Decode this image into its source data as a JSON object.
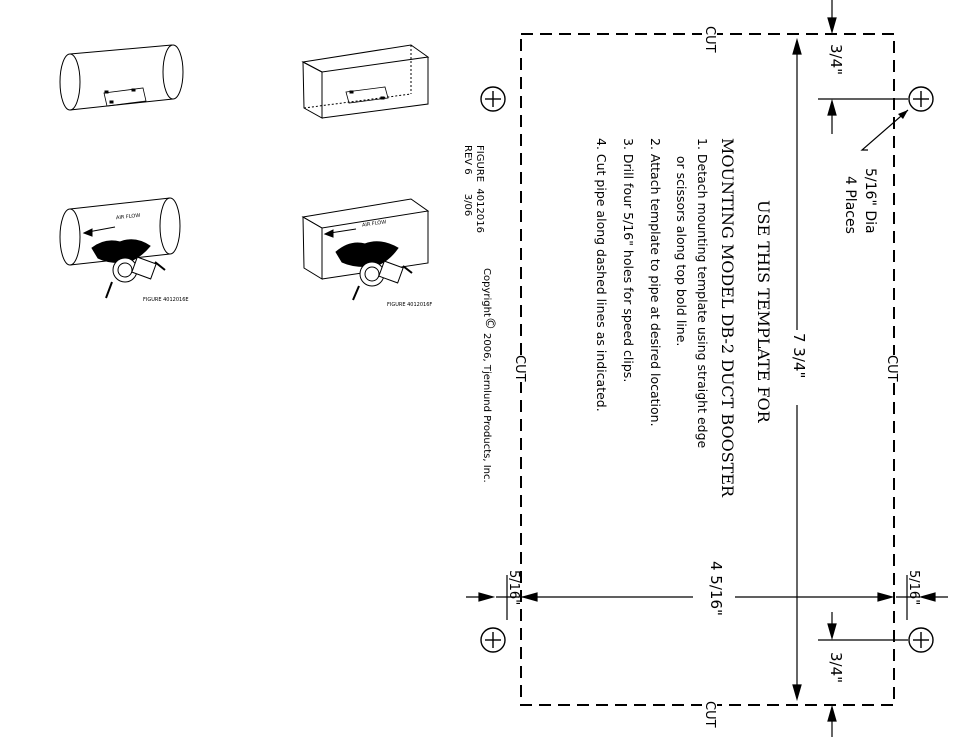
{
  "template": {
    "title_line1": "USE THIS TEMPLATE FOR",
    "title_line2": "MOUNTING MODEL DB-2 DUCT BOOSTER",
    "instructions": [
      "1. Detach mounting template using straight edge",
      "    or scissors along top bold line.",
      "2. Attach template to pipe at desired location.",
      "3. Drill four 5/16\" holes for speed clips.",
      "4. Cut pipe along dashed lines as indicated."
    ],
    "cut_labels": [
      "CUT",
      "CUT",
      "CUT",
      "CUT"
    ],
    "hole_note_line1": "5/16\" Dia",
    "hole_note_line2": "4 Places",
    "dim_length": "7 3/4\"",
    "dim_width": "4 5/16\"",
    "dim_offset_top": "3/4\"",
    "dim_offset_bottom": "3/4\"",
    "dim_edge_left": "5/16\"",
    "dim_edge_right": "5/16\""
  },
  "figure_info": {
    "figure_line": "FIGURE  4012016",
    "rev_line": "REV 6      3/06",
    "copyright_prefix": "Copyright",
    "copyright_symbol": "©",
    "copyright_text": " 2006, Tjernlund Products, Inc."
  },
  "illustrations": {
    "air_flow_label_round": "AIR FLOW",
    "air_flow_label_rect": "AIR FLOW",
    "figure_round": "FIGURE 4012016E",
    "figure_rect": "FIGURE 4012016F"
  }
}
